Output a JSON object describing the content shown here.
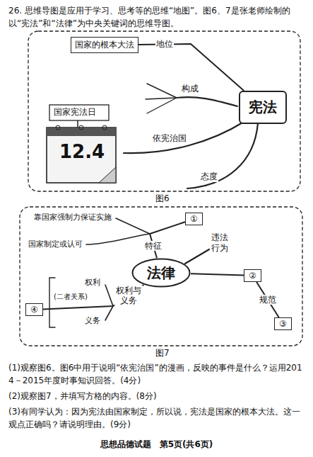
{
  "diagram": {
    "nodes": [
      {
        "text": [
          "宪法"
        ]
      },
      {
        "text": [
          "国家的根本大法"
        ]
      },
      {
        "text": [
          "法律"
        ]
      },
      {
        "text": [
          "①"
        ]
      },
      {
        "text": [
          "②"
        ]
      },
      {
        "text": [
          "③"
        ]
      },
      {
        "text": [
          "④"
        ]
      }
    ],
    "edges": [
      {
        "from": 1,
        "to": 0,
        "label": "地位",
        "arrow": "none"
      },
      {
        "from": 2,
        "to": 3,
        "label": "特征",
        "arrow": "none"
      },
      {
        "from": 2,
        "to": 4,
        "arrow": "none"
      },
      {
        "from": 4,
        "to": 5,
        "label": "规范",
        "arrow": "none"
      },
      {
        "from": 2,
        "to": 6,
        "label": "权利与义务",
        "arrow": "none"
      }
    ],
    "labels": [
      "26. 思维导图是应用于学习、思考等的思维“地图”。图6、7是张老师绘制的以“宪法”和“法律”为中央关键词的思维导图。",
      "国家宪法日",
      "12.4",
      "构成",
      "依宪治国",
      "态度",
      "图6",
      "靠国家强制力保证实施",
      "国家制定或认可",
      "违法行为",
      "权利",
      "(二者关系)",
      "义务",
      "图7",
      "(1)观察图6。图6中用于说明“依宪治国”的漫画，反映的事件是什么？运用2014－2015年度时事知识回答。(4分)",
      "(2)观察图7，并填写方格的内容。(8分)",
      "(3)有同学认为：因为宪法由国家制定，所以说，宪法是国家的根本大法。这一观点正确吗？请说明理由。(9分)",
      "思想品德试题　第5页(共6页)"
    ]
  }
}
